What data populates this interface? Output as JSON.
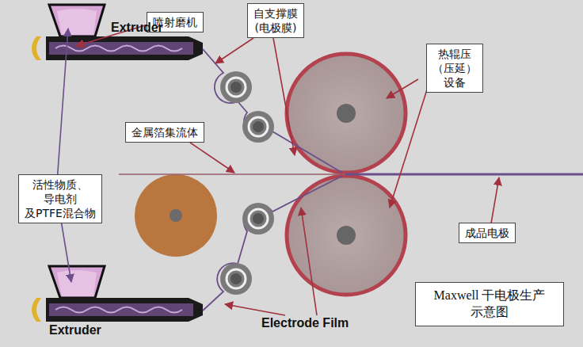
{
  "diagram": {
    "nodes": [
      {
        "text": [
          "喷射磨机"
        ]
      },
      {
        "text": [
          "自支撑膜 (电极膜)"
        ]
      },
      {
        "text": [
          "热辊压 （压延）设备"
        ]
      },
      {
        "text": [
          "金属箔集流体"
        ]
      },
      {
        "text": [
          "活性物质、导电剂 及PTFE混合物"
        ]
      },
      {
        "text": [
          "成品电极"
        ]
      },
      {
        "text": [
          "Maxwell 干电极生产 示意图"
        ]
      }
    ],
    "labels": [
      "Extruder",
      "Extruder",
      "Electrode Film"
    ]
  }
}
